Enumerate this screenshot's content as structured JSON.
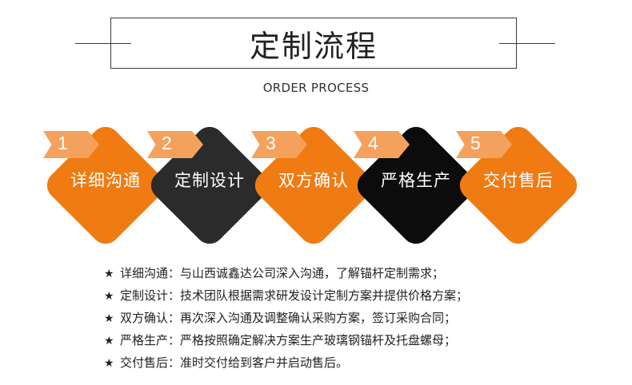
{
  "header": {
    "title": "定制流程",
    "subtitle": "ORDER PROCESS"
  },
  "colors": {
    "orange": "#f07b12",
    "tag_orange": "#f5a15e",
    "charcoal": "#2b2b2b",
    "black": "#0c0c0c"
  },
  "steps": [
    {
      "num": "1",
      "label": "详细沟通"
    },
    {
      "num": "2",
      "label": "定制设计"
    },
    {
      "num": "3",
      "label": "双方确认"
    },
    {
      "num": "4",
      "label": "严格生产"
    },
    {
      "num": "5",
      "label": "交付售后"
    }
  ],
  "descriptions": [
    {
      "star": "★",
      "label": "详细沟通：",
      "text": "与山西诚鑫达公司深入沟通，了解锚杆定制需求；"
    },
    {
      "star": "★",
      "label": "定制设计：",
      "text": "技术团队根据需求研发设计定制方案并提供价格方案；"
    },
    {
      "star": "★",
      "label": "双方确认：",
      "text": "再次深入沟通及调整确认采购方案，签订采购合同；"
    },
    {
      "star": "★",
      "label": "严格生产：",
      "text": "严格按照确定解决方案生产玻璃钢锚杆及托盘螺母；"
    },
    {
      "star": "★",
      "label": "交付售后：",
      "text": "准时交付给到客户并启动售后。"
    }
  ]
}
